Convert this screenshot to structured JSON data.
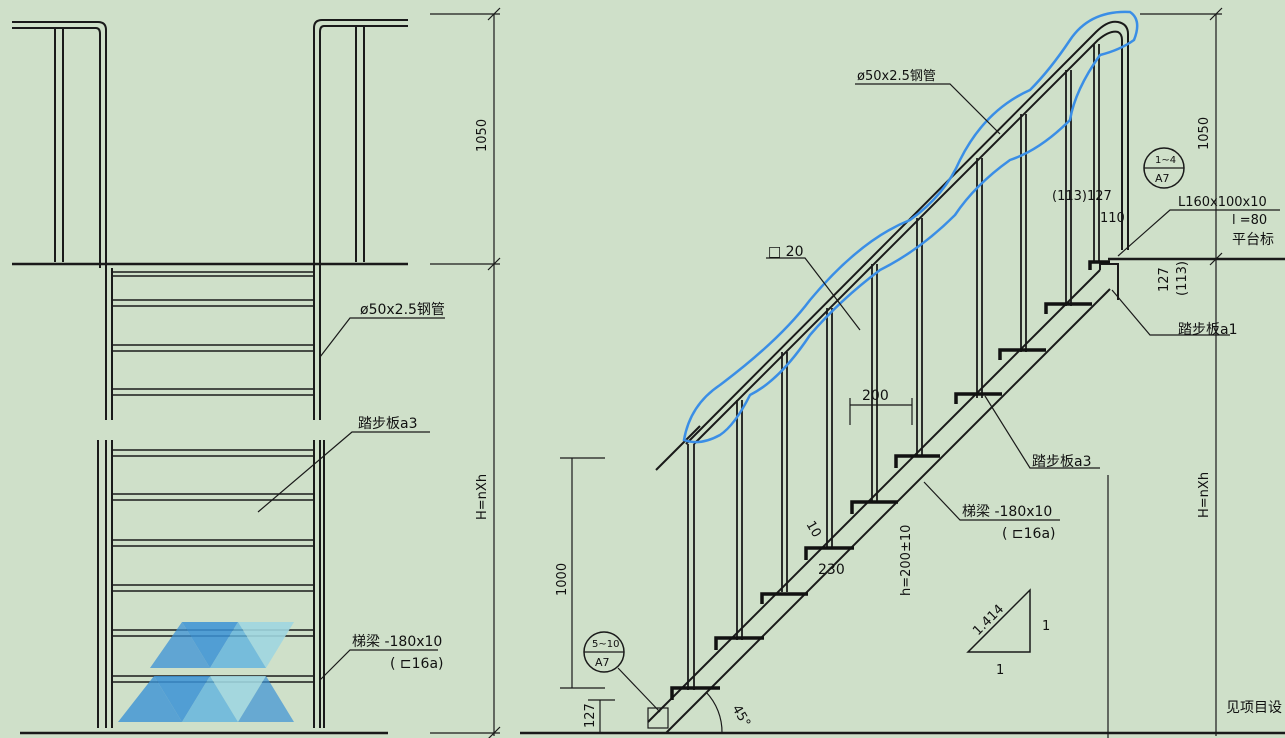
{
  "left_view": {
    "pipe_label": "ø50x2.5钢管",
    "tread_label": "踏步板a3",
    "stringer_label": "梯梁 -180x10",
    "stringer_alt": "( ⊏16a)",
    "dim_rail_height": "1050",
    "dim_total_height": "H=nXh"
  },
  "right_view": {
    "pipe_label": "ø50x2.5钢管",
    "baluster_label": "□ 20",
    "dim_200": "200",
    "dim_230": "230",
    "dim_10": "10",
    "dim_h": "h=200±10",
    "tread_label": "踏步板a3",
    "stringer_label": "梯梁 -180x10",
    "stringer_alt": "( ⊏16a)",
    "top_tread_label": "踏步板a1",
    "angle_label": "L160x100x10",
    "angle_len": "l =80",
    "platform_label": "平台标",
    "dim_113_127": "(113)127",
    "dim_110": "110",
    "dim_127": "127",
    "dim_113": "(113)",
    "dim_rail_height": "1050",
    "dim_total_height": "H=nXh",
    "dim_1000": "1000",
    "dim_127_base": "127",
    "angle_45": "45°",
    "slope_1414": "1.414",
    "slope_1a": "1",
    "slope_1b": "1",
    "bottom_note": "见项目设",
    "detail_top_num": "1~4",
    "detail_top_ref": "A7",
    "detail_bottom_num": "5~10",
    "detail_bottom_ref": "A7"
  },
  "colors": {
    "background": "#cfe0c9",
    "line": "#1a1a1a",
    "highlight": "#3a8ee6",
    "watermark_blue": "#3b92d6",
    "watermark_light": "#9fd6e0"
  }
}
